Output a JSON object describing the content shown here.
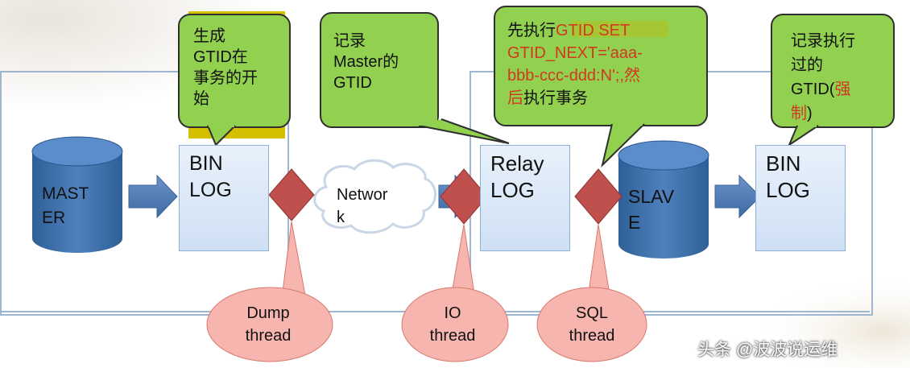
{
  "nodes": {
    "master": "MAST\nER",
    "bin_log_1": "BIN\nLOG",
    "network": "Networ\nk",
    "relay_log": "Relay\nLOG",
    "slave": "SLAV\nE",
    "bin_log_2": "BIN\nLOG"
  },
  "threads": {
    "dump": "Dump\nthread",
    "io": "IO\nthread",
    "sql": "SQL\nthread"
  },
  "callouts": {
    "c1": "生成\nGTID在\n事务的开\n始",
    "c2": "记录\nMaster的\nGTID",
    "c3_a": "先执行",
    "c3_b": "GTID SET\nGTID_NEXT='aaa-\nbbb-ccc-ddd:N';,然",
    "c3_c": "后",
    "c3_d": "执行事务",
    "c4_a": "记录执行\n过的\nGTID(",
    "c4_b": "强\n制",
    "c4_c": ")"
  },
  "watermark": "头条 @波波说运维",
  "colors": {
    "callout_green": "#92d050",
    "diamond_red": "#c0504d",
    "bubble_pink": "#f6b5ae",
    "cylinder_blue": "#4f81bd",
    "highlight_yellow": "#d4c000"
  }
}
